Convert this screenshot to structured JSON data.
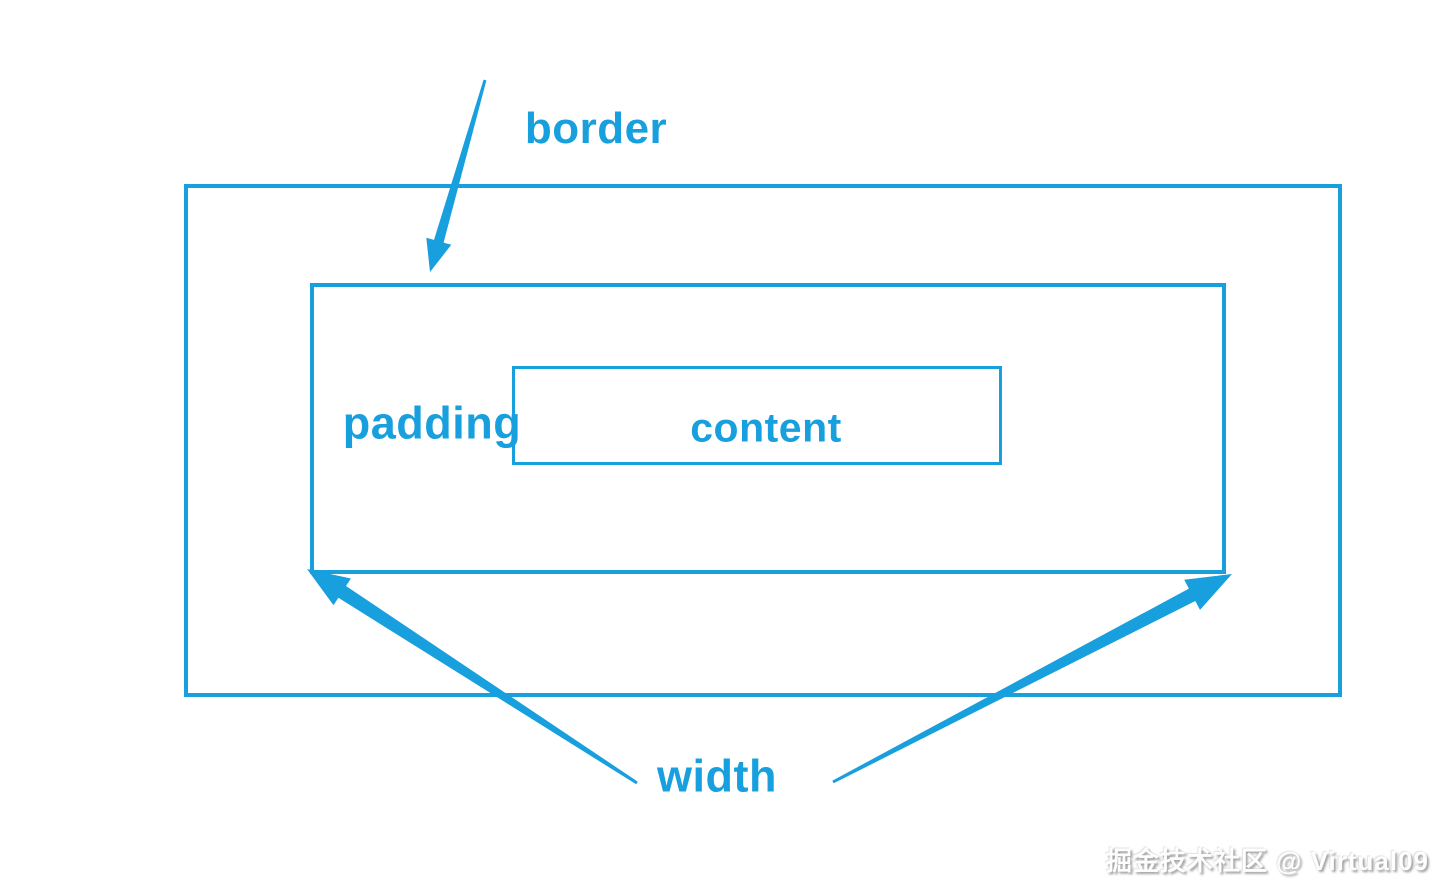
{
  "diagram": {
    "title_semantic": "css-box-model",
    "labels": {
      "border": "border",
      "padding": "padding",
      "content": "content",
      "width": "width"
    },
    "watermark": "掘金技术社区 @ Virtual09",
    "colors": {
      "accent": "#189fdd",
      "background": "#ffffff"
    }
  }
}
